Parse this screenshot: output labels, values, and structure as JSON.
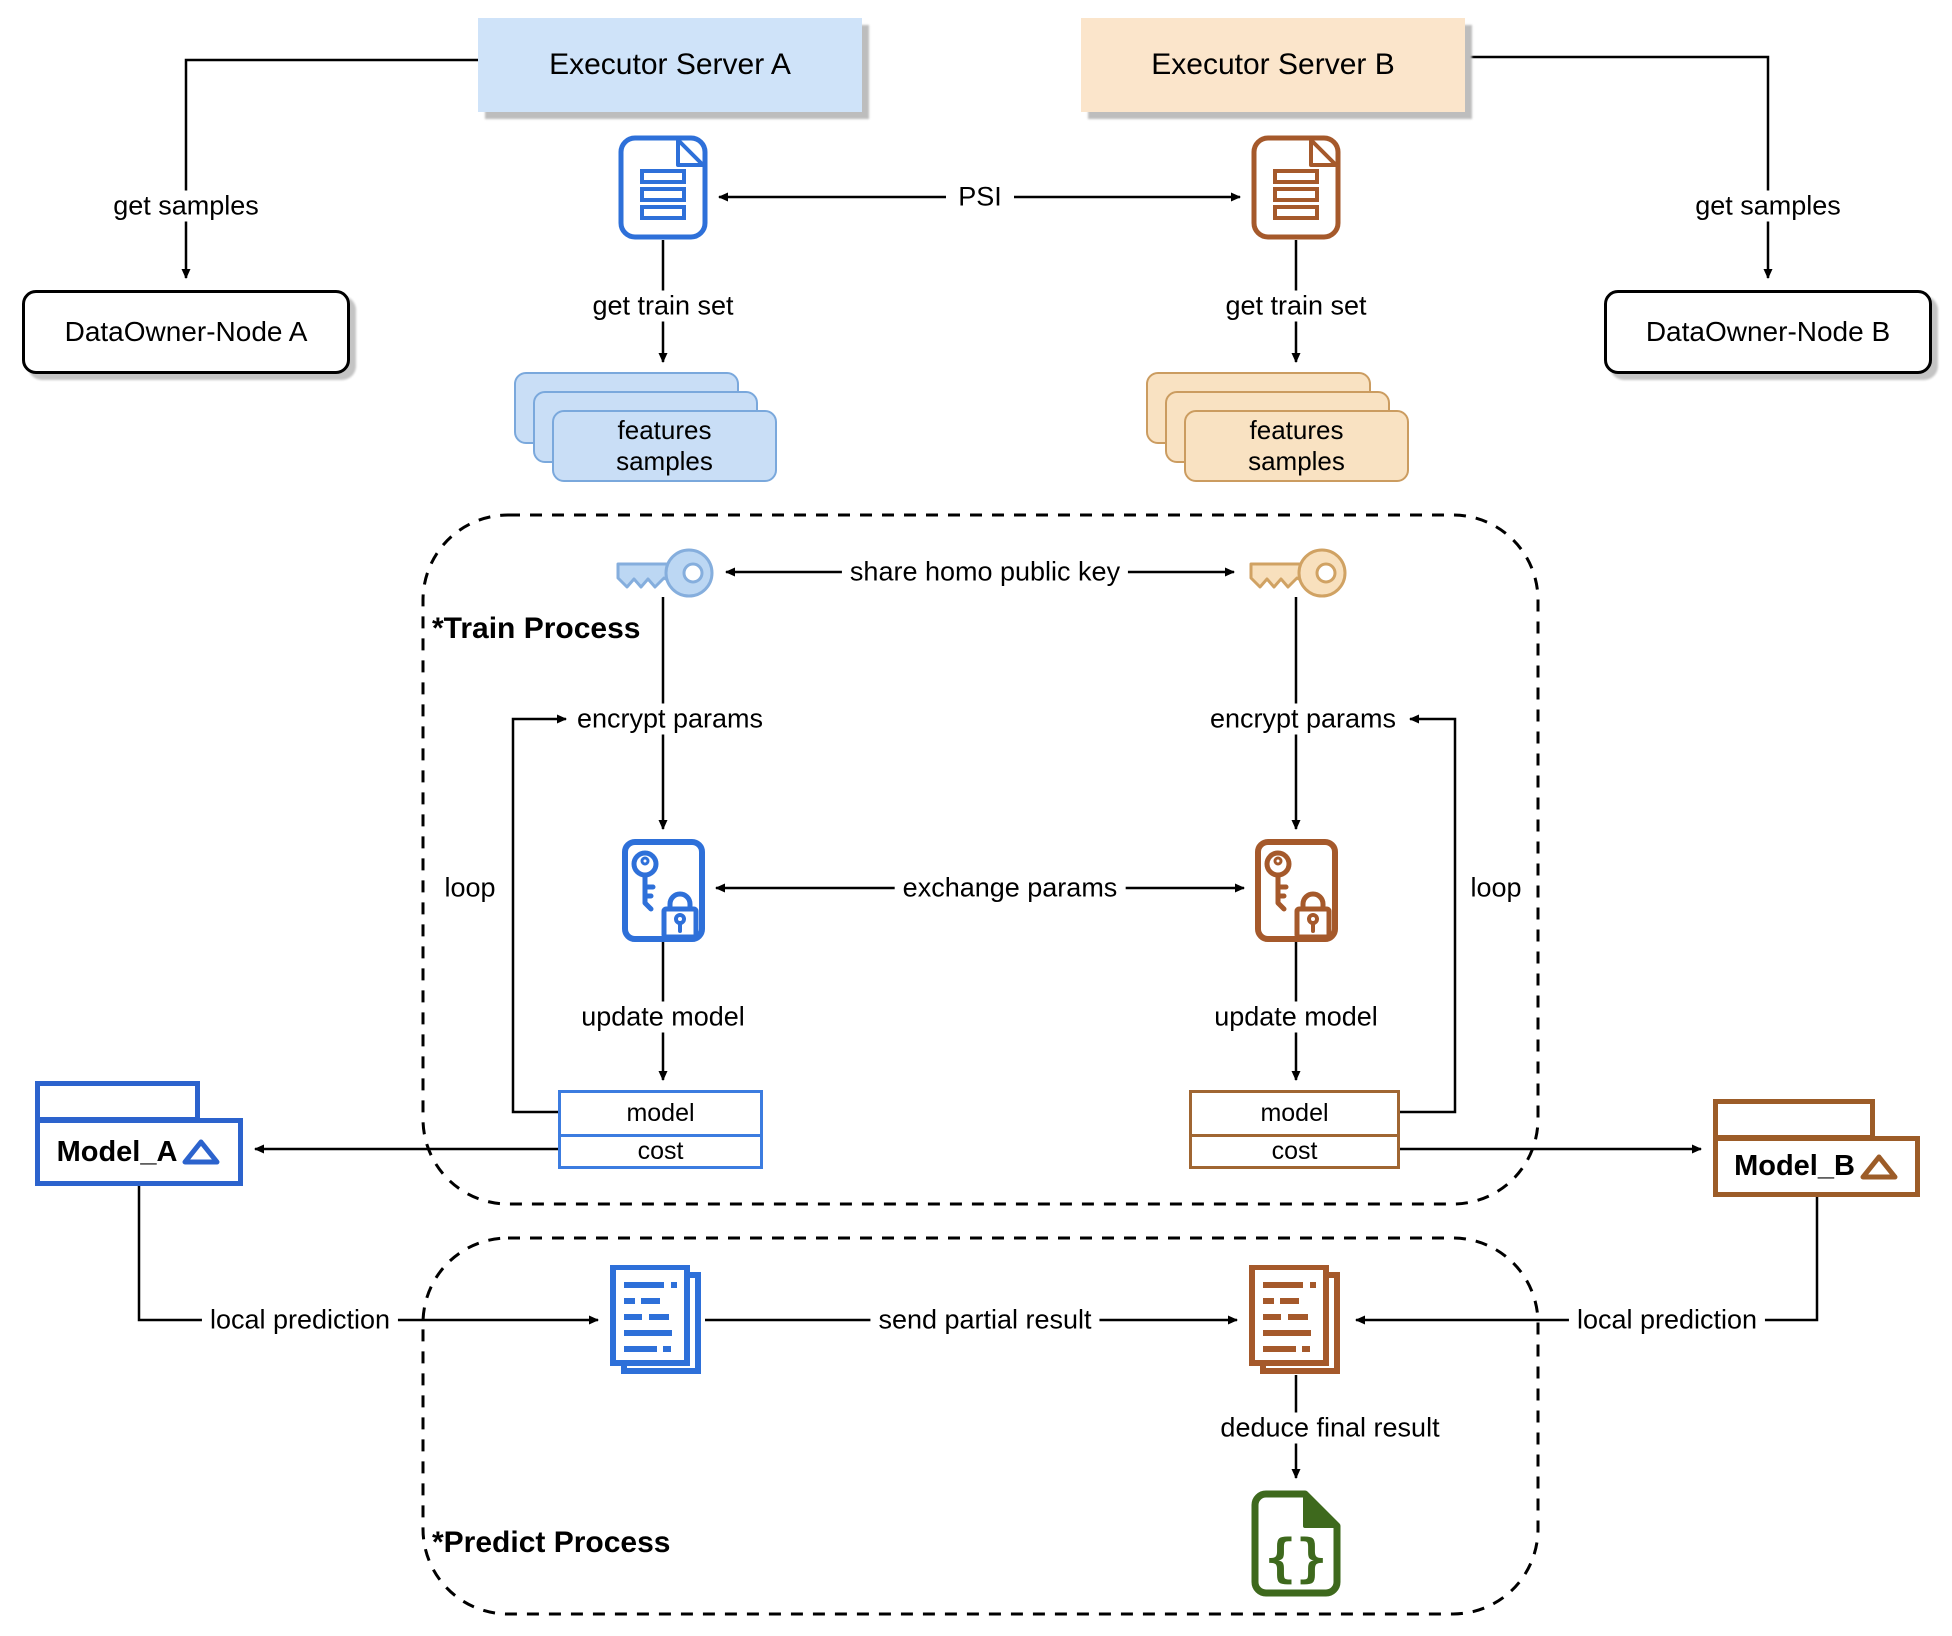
{
  "nodes": {
    "executor_a": {
      "label": "Executor Server A"
    },
    "executor_b": {
      "label": "Executor Server B"
    },
    "dataowner_a": {
      "label": "DataOwner-Node A"
    },
    "dataowner_b": {
      "label": "DataOwner-Node B"
    },
    "features_a": {
      "line1": "features",
      "line2": "samples"
    },
    "features_b": {
      "line1": "features",
      "line2": "samples"
    },
    "model_cost_a": {
      "model": "model",
      "cost": "cost"
    },
    "model_cost_b": {
      "model": "model",
      "cost": "cost"
    },
    "model_a": {
      "label": "Model_A"
    },
    "model_b": {
      "label": "Model_B"
    }
  },
  "sections": {
    "train": {
      "label": "*Train Process"
    },
    "predict": {
      "label": "*Predict Process"
    }
  },
  "edges": {
    "get_samples_a": "get samples",
    "get_samples_b": "get samples",
    "psi": "PSI",
    "get_train_set_a": "get train set",
    "get_train_set_b": "get train set",
    "share_homo": "share homo public key",
    "encrypt_params_a": "encrypt params",
    "encrypt_params_b": "encrypt params",
    "exchange_params": "exchange params",
    "loop_a": "loop",
    "loop_b": "loop",
    "update_model_a": "update model",
    "update_model_b": "update model",
    "local_prediction_a": "local prediction",
    "local_prediction_b": "local prediction",
    "send_partial_result": "send partial result",
    "deduce_final_result": "deduce final result"
  },
  "icons": {
    "document_a": "document-icon",
    "document_b": "document-icon",
    "key_a": "key-icon",
    "key_b": "key-icon",
    "encrypted_params_a": "key-lock-icon",
    "encrypted_params_b": "key-lock-icon",
    "report_a": "report-pages-icon",
    "report_b": "report-pages-icon",
    "json_result": "json-braces-document-icon",
    "model_triangle": "triangle-icon"
  },
  "colors": {
    "blue_box_fill": "#cfe3f9",
    "blue_stack_fill": "#c9def6",
    "blue_stack_border": "#7aa8dc",
    "blue_icon": "#2e70d9",
    "blue_model_border": "#2c63cd",
    "tan_box_fill": "#fbe5cb",
    "tan_stack_fill": "#f9e2c2",
    "tan_stack_border": "#cb9c60",
    "brown_icon": "#a5592b",
    "brown_model_border": "#9c5c28",
    "green_icon": "#3e691d",
    "line_color": "#000000"
  }
}
